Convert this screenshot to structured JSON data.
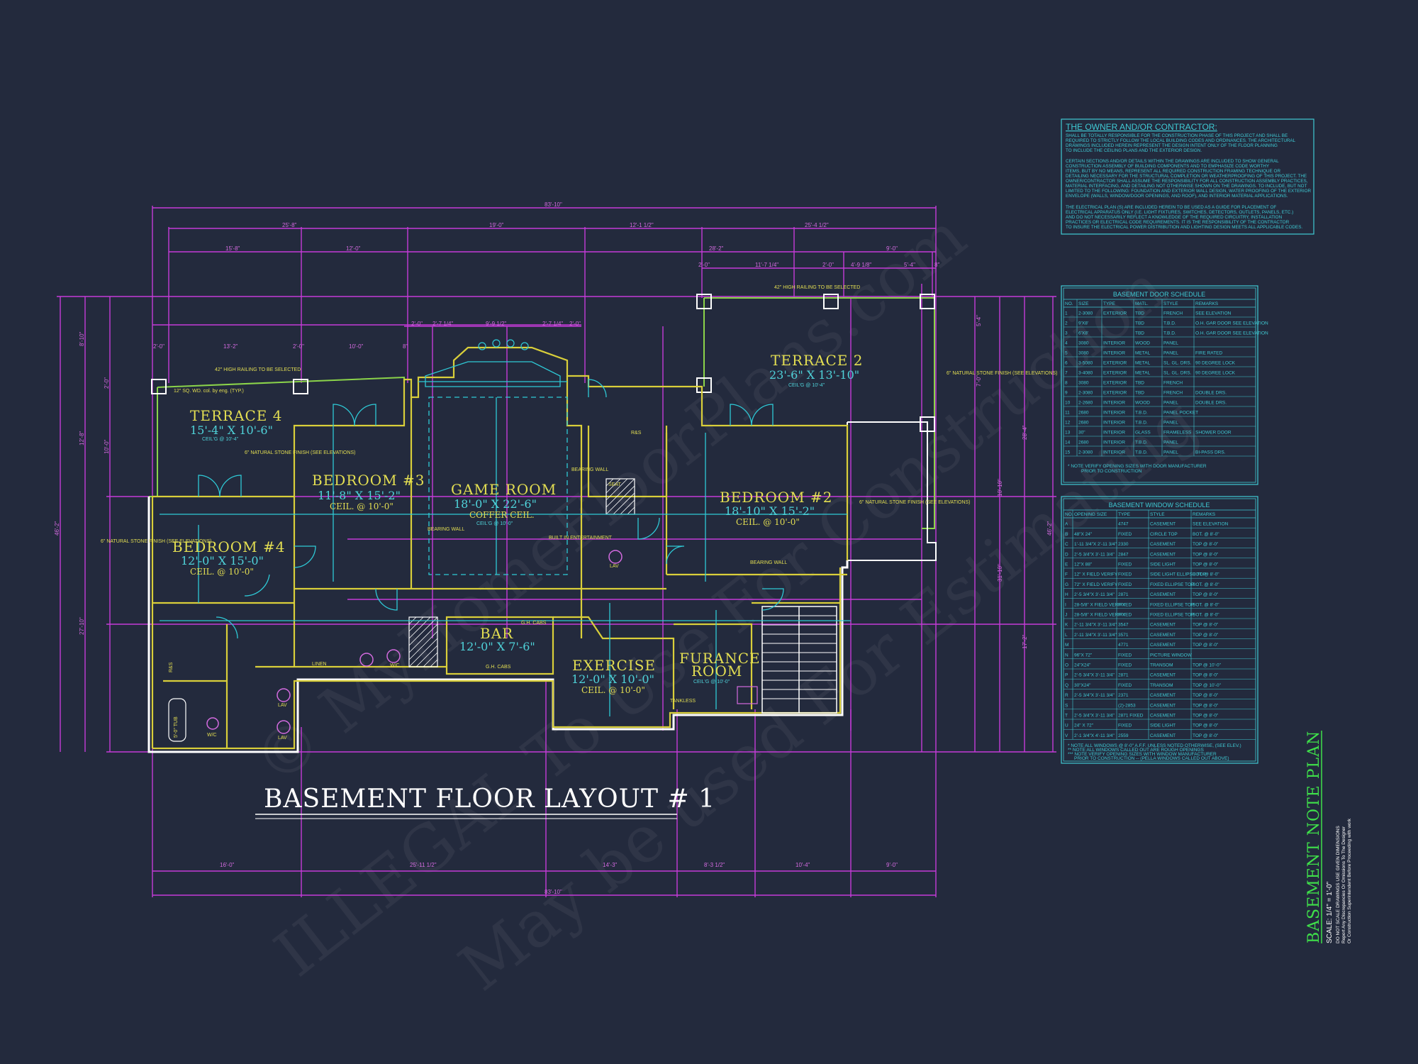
{
  "title": "BASEMENT FLOOR LAYOUT # 1",
  "side_title": {
    "name": "BASEMENT NOTE PLAN",
    "scale": "SCALE:  1/4\" = 1'-0\"",
    "lines": [
      "DO NOT SCALE DRAWINGS USE GIVEN DIMENSIONS",
      "Report Any Discrepancies Or Omissions To The Designer",
      "Or Construction Superintendent Before Proceeding with work"
    ]
  },
  "watermark": [
    "© MyHomeFloorPlans.com",
    "ILLEGAL To Use For Construction",
    "May be used For Estimating"
  ],
  "rooms": [
    {
      "name": "TERRACE 4",
      "dims": "15'-4\" X 10'-6\"",
      "ceil": "CEIL'G @ 10'-4\""
    },
    {
      "name": "BEDROOM #3",
      "dims": "11'-8\" X 15'-2\"",
      "ceil": "CEIL. @ 10'-0\""
    },
    {
      "name": "GAME ROOM",
      "dims": "18'-0\" X 22'-6\"",
      "ceil": "COFFER CEIL."
    },
    {
      "name": "TERRACE 2",
      "dims": "23'-6\" X 13'-10\"",
      "ceil": "CEIL'G @ 10'-4\""
    },
    {
      "name": "BEDROOM #2",
      "dims": "18'-10\" X 15'-2\"",
      "ceil": "CEIL. @ 10'-0\""
    },
    {
      "name": "BEDROOM #4",
      "dims": "12'-0\" X 15'-0\"",
      "ceil": "CEIL. @ 10'-0\""
    },
    {
      "name": "BAR",
      "dims": "12'-0\" X 7'-6\"",
      "ceil": ""
    },
    {
      "name": "EXERCISE",
      "dims": "12'-0\" X 10'-0\"",
      "ceil": "CEIL. @ 10'-0\""
    },
    {
      "name": "FURANCE ROOM",
      "dims": "",
      "ceil": "CEIL'G @ 10'-0\""
    }
  ],
  "labels": {
    "game_ceil": "CEIL'G @ 10'-0\"",
    "railing1": "42\" HIGH RAILING TO BE SELECTED",
    "railing2": "42\" HIGH RAILING TO BE SELECTED",
    "col": "12\" SQ. WD. col. by eng. (TYP.)",
    "stone1": "6\" NATURAL STONE FINISH (SEE ELEVATIONS)",
    "stone2": "6\" NATURAL STONE FINISH (SEE ELEVATIONS)",
    "stone3": "6\" NATURAL STONE FINISH (SEE ELEVATIONS)",
    "stone4": "6\" NATURAL STONE FINISH (SEE ELEVATIONS)",
    "bearing1": "BEARING WALL",
    "bearing2": "BEARING WALL",
    "bearing3": "BEARING WALL",
    "builtin": "BUILT IN ENTERTAINMENT",
    "seat": "SEAT",
    "gh1": "G.H. CABS",
    "gh2": "G.H. CABS",
    "linen": "LINEN",
    "tankless": "TANKLESS",
    "lav1": "LAV",
    "lav2": "LAV",
    "lav3": "LAV",
    "wc": "W/C",
    "tub": "5'-0\" TUB",
    "ws": "W/C",
    "rs1": "R&S",
    "rs2": "R&S"
  },
  "dims_top": {
    "overall": "83'-10\"",
    "row1": [
      "25'-8\"",
      "19'-0\"",
      "12'-1 1/2\"",
      "25'-4 1/2\""
    ],
    "row2": [
      "15'-8\"",
      "12'-0\"",
      "28'-2\"",
      "9'-0\""
    ],
    "row3": [
      "2'-0\"",
      "11'-7 1/4\"",
      "2'-0\"",
      "4'-9 1/8\"",
      "5'-4\"",
      "8\""
    ],
    "row4": [
      "2'-0\"",
      "13'-2\"",
      "2'-0\"",
      "10'-0\"",
      "8\"",
      "2'-0\"",
      "2'-7 1/4\"",
      "9'-9 1/2\"",
      "2'-7 1/4\"",
      "2'-0\""
    ]
  },
  "dims_bottom": {
    "overall": "83'-10\"",
    "row": [
      "16'-0\"",
      "25'-11 1/2\"",
      "14'-3\"",
      "8'-3 1/2\"",
      "10'-4\"",
      "9'-0\""
    ]
  },
  "dims_left": [
    "8'-10\"",
    "2'-0\"",
    "12'-8\"",
    "10'-0\"",
    "46'-2\"",
    "27'-10\""
  ],
  "dims_right": [
    "5'-4\"",
    "7'-0\"",
    "28'-4\"",
    "10'-10\"",
    "46'-2\"",
    "31'-10\"",
    "17'-2\""
  ],
  "notes": {
    "heading": "THE OWNER AND/OR CONTRACTOR:",
    "paragraphs": [
      [
        "SHALL BE TOTALLY RESPONSIBLE FOR THE CONSTRUCTION PHASE OF THIS PROJECT AND SHALL BE",
        "REQUIRED TO STRICTLY FOLLOW THE LOCAL BUILDING CODES AND ORDINANCES. THE ARCHITECTURAL",
        "DRAWINGS INCLUDED HEREIN REPRESENT THE DESIGN INTENT ONLY OF THE FLOOR PLANNING",
        "TO INCLUDE THE CEILING PLANS AND THE EXTERIOR DESIGN."
      ],
      [
        "CERTAIN SECTIONS AND/OR DETAILS WITHIN THE DRAWINGS ARE INCLUDED TO SHOW GENERAL",
        "CONSTRUCTION ASSEMBLY OF BUILDING COMPONENTS AND TO EMPHASIZE CODE WORTHY",
        "ITEMS, BUT BY NO MEANS, REPRESENT ALL REQUIRED CONSTRUCTION FRAMING TECHNIQUE OR",
        "DETAILING NECESSARY FOR THE STRUCTURAL COMPLETION OR WEATHERPROOFING OF THIS PROJECT. THE",
        "OWNER/CONTRACTOR SHALL ASSUME THE RESPONSIBILITY FOR ALL CONSTRUCTION ASSEMBLY PRACTICES,",
        "MATERIAL INTERFACING, AND DETAILING NOT OTHERWISE SHOWN ON THE DRAWINGS. TO INCLUDE, BUT NOT",
        "LIMITED TO THE FOLLOWING: FOUNDATION AND EXTERIOR WALL DESIGN, WATER PROOFING OF THE EXTERIOR",
        "ENVELOPE (WALLS, WINDOW/DOOR OPENINGS, AND ROOF), AND INTERIOR MATERIAL APPLICATIONS."
      ],
      [
        "THE ELECTRICAL PLAN (S) ARE INCLUDED HEREIN TO BE USED AS A GUIDE FOR PLACEMENT OF",
        "ELECTRICAL APPARATUS ONLY (I.E. LIGHT FIXTURES, SWITCHES, DETECTORS, OUTLETS, PANELS, ETC.)",
        "AND DO NOT NECESSARILY REFLECT A KNOWLEDGE OF THE REQUIRED CIRCUITRY, INSTALLATION",
        "PRACTICES OR ELECTRICAL CODE REQUIREMENTS. IT IS THE RESPONSIBILITY OF THE CONTRACTOR",
        "TO INSURE THE ELECTRICAL POWER DISTRIBUTION AND LIGHTING DESIGN MEETS ALL APPLICABLE CODES."
      ]
    ]
  },
  "door_schedule": {
    "title": "BASEMENT DOOR SCHEDULE",
    "columns": [
      "NO.",
      "SIZE",
      "TYPE",
      "MATL.",
      "STYLE",
      "REMARKS"
    ],
    "rows": [
      [
        "1",
        "2-3080",
        "EXTERIOR",
        "TBD",
        "FRENCH",
        "SEE ELEVATION"
      ],
      [
        "2",
        "9'X8'",
        "",
        "TBD",
        "T.B.D.",
        "O.H. GAR DOOR SEE ELEVATION"
      ],
      [
        "3",
        "6'X8'",
        "",
        "TBD",
        "T.B.D.",
        "O.H. GAR DOOR SEE ELEVATION"
      ],
      [
        "4",
        "3080",
        "INTERIOR",
        "WOOD",
        "PANEL",
        ""
      ],
      [
        "5",
        "3080",
        "INTERIOR",
        "METAL",
        "PANEL",
        "FIRE RATED"
      ],
      [
        "6",
        "3-5080",
        "EXTERIOR",
        "METAL",
        "SL. GL. DRS.",
        "90 DEGREE LOCK"
      ],
      [
        "7",
        "3-4080",
        "EXTERIOR",
        "METAL",
        "SL. GL. DRS.",
        "90 DEGREE LOCK"
      ],
      [
        "8",
        "3080",
        "EXTERIOR",
        "TBD",
        "FRENCH",
        ""
      ],
      [
        "9",
        "2-3080",
        "EXTERIOR",
        "TBD",
        "FRENCH",
        "DOUBLE DRS."
      ],
      [
        "10",
        "2-2680",
        "INTERIOR",
        "WOOD",
        "PANEL",
        "DOUBLE DRS."
      ],
      [
        "11",
        "2680",
        "INTERIOR",
        "T.B.D.",
        "PANEL POCKET",
        ""
      ],
      [
        "12",
        "2680",
        "INTERIOR",
        "T.B.D.",
        "PANEL",
        ""
      ],
      [
        "13",
        "30\"",
        "INTERIOR",
        "GLASS",
        "FRAMELESS",
        "SHOWER DOOR"
      ],
      [
        "14",
        "2680",
        "INTERIOR",
        "T.B.D.",
        "PANEL",
        ""
      ],
      [
        "15",
        "2-3080",
        "INTERIOR",
        "T.B.D.",
        "PANEL",
        "BI-PASS DRS."
      ]
    ],
    "note": [
      "* NOTE VERIFY OPENING SIZES WITH DOOR MANUFACTURER",
      "PRIOR TO CONSTRUCTION"
    ]
  },
  "window_schedule": {
    "title": "BASEMENT WINDOW SCHEDULE",
    "columns": [
      "NO.",
      "OPENING SIZE",
      "TYPE",
      "STYLE",
      "REMARKS"
    ],
    "rows": [
      [
        "A",
        "",
        "4747",
        "CASEMENT",
        "SEE ELEVATION"
      ],
      [
        "B",
        "48\"X 24\"",
        "FIXED",
        "CIRCLE TOP",
        "BOT. @ 8'-0\""
      ],
      [
        "C",
        "1'-11 3/4\"X 2'-11 3/4\"",
        "2330",
        "CASEMENT",
        "TOP @ 8'-0\""
      ],
      [
        "D",
        "2'-5 3/4\"X 3'-11 3/4\"",
        "2847",
        "CASEMENT",
        "TOP @ 8'-0\""
      ],
      [
        "E",
        "12\"X 88\"",
        "FIXED",
        "SIDE LIGHT",
        "TOP @ 8'-0\""
      ],
      [
        "F",
        "12\" X FIELD VERIFY",
        "FIXED",
        "SIDE LIGHT ELLIPSE TOP",
        "BOT. @ 8'-0\""
      ],
      [
        "G",
        "72\" X FIELD VERIFY",
        "FIXED",
        "FIXED ELLIPSE TOP",
        "BOT. @ 8'-0\""
      ],
      [
        "H",
        "2'-5 3/4\"X 3'-11 3/4\"",
        "2871",
        "CASEMENT",
        "TOP @ 8'-0\""
      ],
      [
        "I",
        "28-5/8\" X FIELD VERIFY",
        "FIXED",
        "FIXED ELLIPSE TOP",
        "BOT. @ 8'-0\""
      ],
      [
        "J",
        "28-5/8\" X FIELD VERIFY",
        "FIXED",
        "FIXED ELLIPSE TOP",
        "BOT. @ 8'-0\""
      ],
      [
        "K",
        "2'-11 3/4\"X 3'-11 3/4\"",
        "3547",
        "CASEMENT",
        "TOP @ 8'-0\""
      ],
      [
        "L",
        "2'-11 3/4\"X 3'-11 3/4\"",
        "3571",
        "CASEMENT",
        "TOP @ 8'-0\""
      ],
      [
        "M",
        "",
        "4771",
        "CASEMENT",
        "TOP @ 8'-0\""
      ],
      [
        "N",
        "96\"X 72\"",
        "FIXED",
        "PICTURE WINDOW",
        ""
      ],
      [
        "O",
        "24\"X24\"",
        "FIXED",
        "TRANSOM",
        "TOP @ 10'-0\""
      ],
      [
        "P",
        "2'-5 3/4\"X 3'-11 3/4\"",
        "2871",
        "CASEMENT",
        "TOP @ 8'-0\""
      ],
      [
        "Q",
        "30\"X24\"",
        "FIXED",
        "TRANSOM",
        "TOP @ 10'-0\""
      ],
      [
        "R",
        "2'-5 3/4\"X 3'-11 3/4\"",
        "2371",
        "CASEMENT",
        "TOP @ 8'-0\""
      ],
      [
        "S",
        "",
        "(2)-2853",
        "CASEMENT",
        "TOP @ 8'-0\""
      ],
      [
        "T",
        "2'-5 3/4\"X 3'-11 3/4\"",
        "2871 FIXED",
        "CASEMENT",
        "TOP @ 8'-0\""
      ],
      [
        "U",
        "24\" X 72\"",
        "FIXED",
        "SIDE LIGHT",
        "TOP @ 8'-0\""
      ],
      [
        "V",
        "2'-1 3/4\"X 4'-11 3/4\"",
        "2559",
        "CASEMENT",
        "TOP @ 8'-0\""
      ]
    ],
    "note": [
      "* NOTE ALL WINDOWS @ 8'-0\" A.F.F. UNLESS NOTED OTHERWISE, (SEE ELEV.)",
      "** NOTE ALL WINDOWS CALLED OUT ARE ROUGH OPENINGS",
      "*** NOTE VERIFY OPENING SIZES WITH WINDOW MANUFACTURER",
      "PRIOR TO CONSTRUCTION -- (PELLA WINDOWS CALLED OUT ABOVE)"
    ]
  }
}
